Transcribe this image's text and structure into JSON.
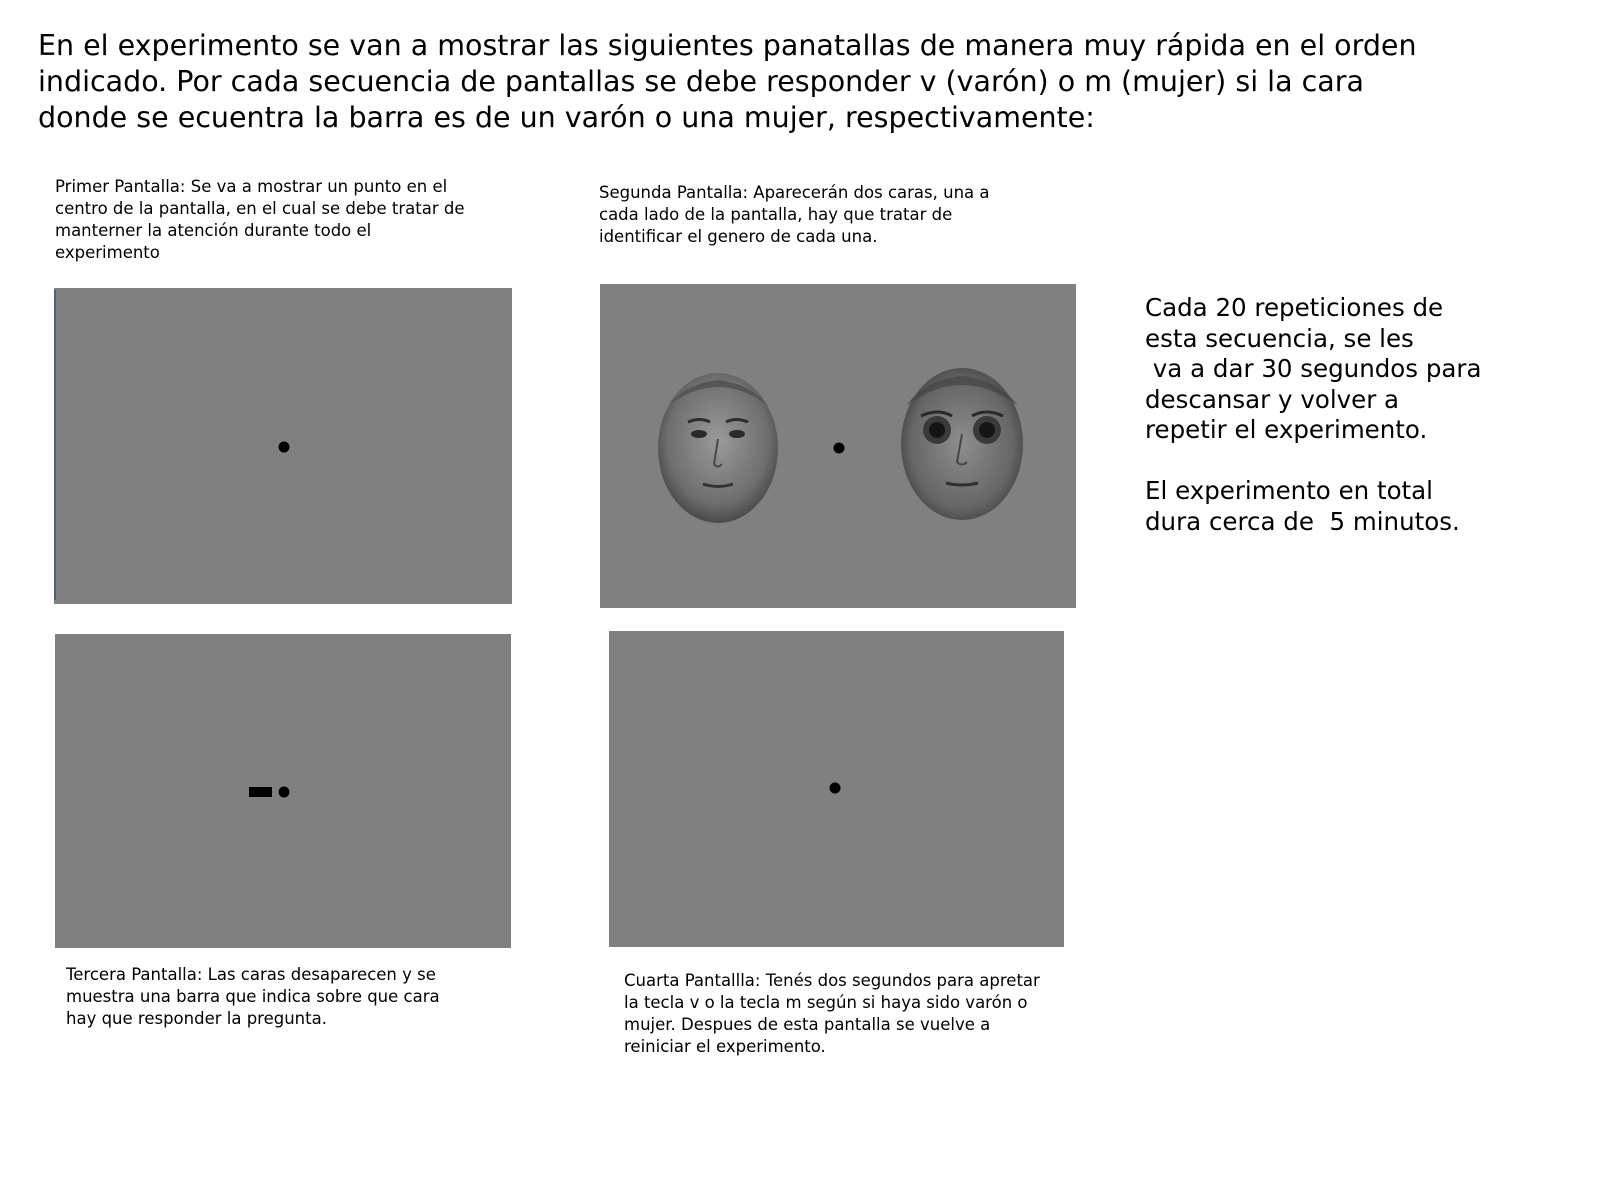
{
  "intro": {
    "text": "En el experimento se van a mostrar las siguientes panatallas de manera muy rápida en el orden\nindicado. Por cada secuencia de pantallas se debe responder v (varón) o m (mujer) si la cara\ndonde se ecuentra la barra es de un varón o una mujer, respectivamente:"
  },
  "screens": {
    "first": {
      "caption": "Primer Pantalla: Se va a mostrar un punto en el\ncentro de la pantalla, en el cual se debe tratar de\nmanterner la atención durante todo el\nexperimento"
    },
    "second": {
      "caption": "Segunda Pantalla: Aparecerán dos caras, una a\ncada lado de la pantalla, hay que tratar de\nidentificar el genero de cada una."
    },
    "third": {
      "caption": "Tercera Pantalla: Las caras desaparecen y se\nmuestra una barra que indica sobre que cara\nhay que responder la pregunta."
    },
    "fourth": {
      "caption": "Cuarta Pantallla: Tenés dos segundos para apretar\nla tecla v o la tecla m según si haya sido varón o\nmujer. Despues de esta pantalla se vuelve a\nreiniciar el experimento."
    }
  },
  "side_note": {
    "text": "Cada 20 repeticiones de\nesta secuencia, se les\n va a dar 30 segundos para\ndescansar y volver a\nrepetir el experimento.\n\nEl experimento en total\ndura cerca de  5 minutos."
  },
  "colors": {
    "screen_gray": "#808080",
    "dot": "#000000",
    "page_background": "#ffffff"
  }
}
